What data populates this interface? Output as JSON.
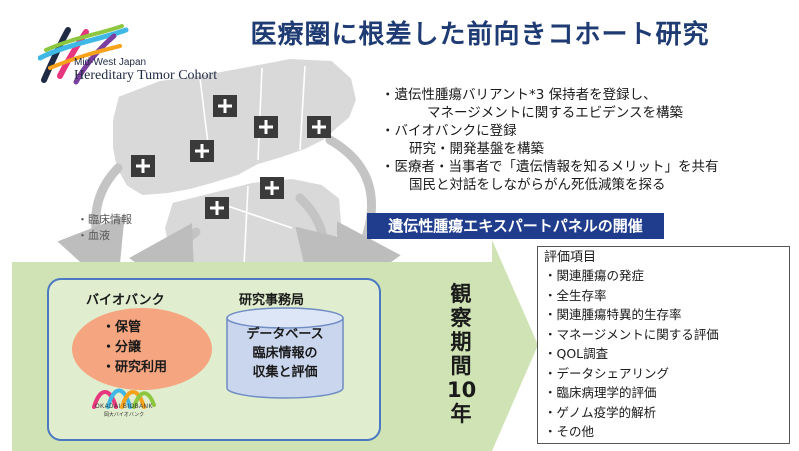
{
  "title": "医療圏に根差した前向きコホート研究",
  "logo": {
    "line1": "Mid-West Japan",
    "line2": "Hereditary Tumor Cohort"
  },
  "bullets": [
    {
      "head": "・遺伝性腫瘍バリアント*3 保持者を登録し、",
      "sub": "マネージメントに関するエビデンスを構築"
    },
    {
      "head": "・バイオバンクに登録",
      "sub": "研究・開発基盤を構築"
    },
    {
      "head": "・医療者・当事者で「遺伝情報を知るメリット」を共有",
      "sub": "国民と対話をしながらがん死低減策を探る"
    }
  ],
  "side_labels": [
    "・臨床情報",
    "・血液"
  ],
  "expert_panel": "遺伝性腫瘍エキスパートパネルの開催",
  "biobank": {
    "heading": "バイオバンク",
    "items": [
      "・保管",
      "・分譲",
      "・研究利用"
    ],
    "logo_text": "OKADAI BIOBANK",
    "logo_subtext": "岡大バイオバンク"
  },
  "research_office": {
    "heading": "研究事務局",
    "database_lines": [
      "データベース",
      "臨床情報の",
      "収集と評価"
    ]
  },
  "observation": [
    "観",
    "察",
    "期",
    "間",
    "10",
    "年"
  ],
  "evaluation": {
    "title": "評価項目",
    "items": [
      "・関連腫瘍の発症",
      "・全生存率",
      "・関連腫瘍特異的生存率",
      "・マネージメントに関する評価",
      "・QOL調査",
      "・データシェアリング",
      "・臨床病理学的評価",
      "・ゲノム疫学的解析",
      "・その他"
    ]
  },
  "colors": {
    "title": "#1f3b73",
    "banner": "#1f3d8c",
    "green_band": "#cfe3b4",
    "biobank_ellipse": "#f5a57f",
    "database": "#c9d6ee",
    "map": "#d9d9d9"
  }
}
